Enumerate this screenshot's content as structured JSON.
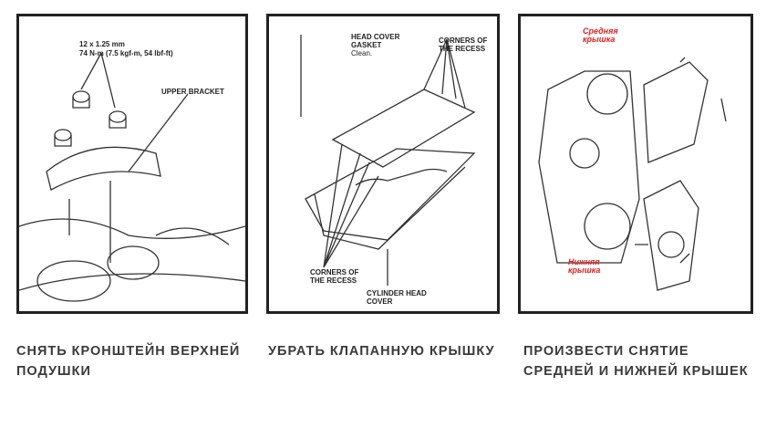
{
  "figures": [
    {
      "labels": {
        "spec1": "12 x 1.25 mm",
        "spec2": "74 N-m (7.5 kgf-m, 54 lbf-ft)",
        "part": "UPPER BRACKET"
      },
      "caption": "СНЯТЬ КРОНШТЕЙН ВЕРХНЕЙ ПОДУШКИ"
    },
    {
      "labels": {
        "gasket": "HEAD COVER\nGASKET",
        "gasket_note": "Clean.",
        "corners_top": "CORNERS OF\nTHE RECESS",
        "corners_bottom": "CORNERS OF\nTHE RECESS",
        "cover": "CYLINDER HEAD\nCOVER"
      },
      "caption": "УБРАТЬ КЛАПАННУЮ КРЫШКУ"
    },
    {
      "labels": {
        "middle": "Средняя\nкрышка",
        "lower": "Нижняя\nкрышка"
      },
      "caption": "ПРОИЗВЕСТИ СНЯТИЕ СРЕДНЕЙ И НИЖНЕЙ КРЫШЕК"
    }
  ]
}
